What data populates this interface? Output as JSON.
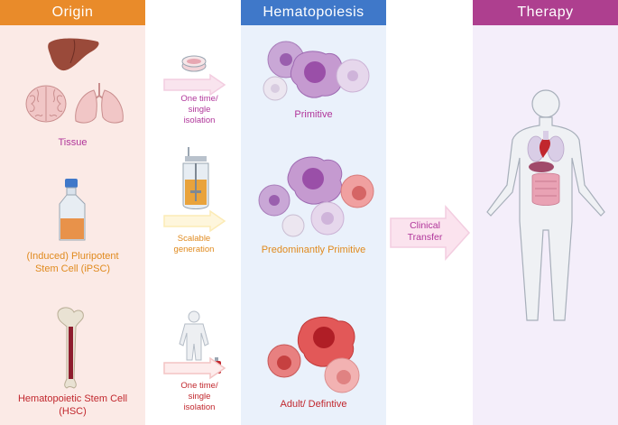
{
  "colors": {
    "origin_header": "#E98B2A",
    "origin_bg": "#FBEAE6",
    "hema_header": "#3F78C9",
    "hema_bg": "#EAF1FB",
    "therapy_header": "#AE3F8F",
    "therapy_bg": "#F4EEFA",
    "magenta_text": "#B0359A",
    "orange_text": "#E08A1E",
    "red_text": "#C1272D",
    "pink_arrow": "#F3CDE0",
    "yellow_arrow": "#FCEBB5"
  },
  "headers": {
    "origin": "Origin",
    "hematopoiesis": "Hematopoiesis",
    "therapy": "Therapy"
  },
  "origin": {
    "tissue": "Tissue",
    "ipsc": "(Induced) Pluripotent Stem Cell (iPSC)",
    "hsc": "Hematopoietic Stem Cell (HSC)"
  },
  "process": {
    "row1": "One time/ single isolation",
    "row2": "Scalable generation",
    "row3": "One time/ single isolation"
  },
  "hematopoiesis": {
    "primitive": "Primitive",
    "predominantly": "Predominantly  Primitive",
    "adult": "Adult/ Defintive"
  },
  "therapy": {
    "transfer": "Clinical Transfer"
  },
  "icons": [
    "liver-icon",
    "brain-icon",
    "lungs-icon",
    "culture-flask-icon",
    "bone-icon",
    "petri-dish-icon",
    "bioreactor-icon",
    "donor-figure-icon",
    "blood-bag-icon",
    "human-body-icon"
  ]
}
